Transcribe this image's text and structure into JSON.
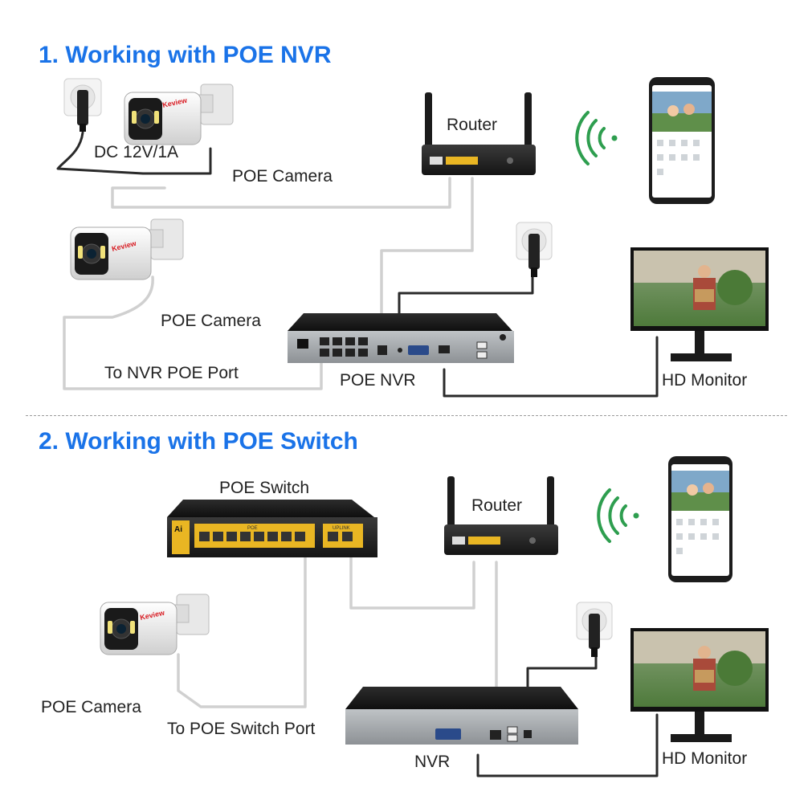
{
  "section1": {
    "title": "1. Working with POE NVR",
    "labels": {
      "router": "Router",
      "dc_power": "DC 12V/1A",
      "poe_camera_top": "POE Camera",
      "poe_camera_left": "POE Camera",
      "to_nvr_port": "To NVR POE Port",
      "poe_nvr": "POE NVR",
      "hd_monitor": "HD Monitor"
    }
  },
  "section2": {
    "title": "2. Working with POE Switch",
    "labels": {
      "poe_switch": "POE Switch",
      "router": "Router",
      "poe_camera": "POE Camera",
      "to_switch_port": "To POE Switch Port",
      "nvr": "NVR",
      "hd_monitor": "HD Monitor"
    }
  },
  "devices": {
    "camera_brand": "Keview",
    "switch_brand": "Ai",
    "switch_poe_label": "POE",
    "switch_uplink_label": "UPLINK"
  },
  "icons": [
    "power-outlet-icon",
    "bullet-camera-icon",
    "router-icon",
    "wifi-signal-icon",
    "smartphone-icon",
    "monitor-icon",
    "nvr-recorder-icon",
    "poe-switch-icon"
  ],
  "colors": {
    "heading": "#1a73e8",
    "wifi": "#2e9e4f",
    "cable_dark": "#333333",
    "cable_light": "#cfcfcf"
  }
}
